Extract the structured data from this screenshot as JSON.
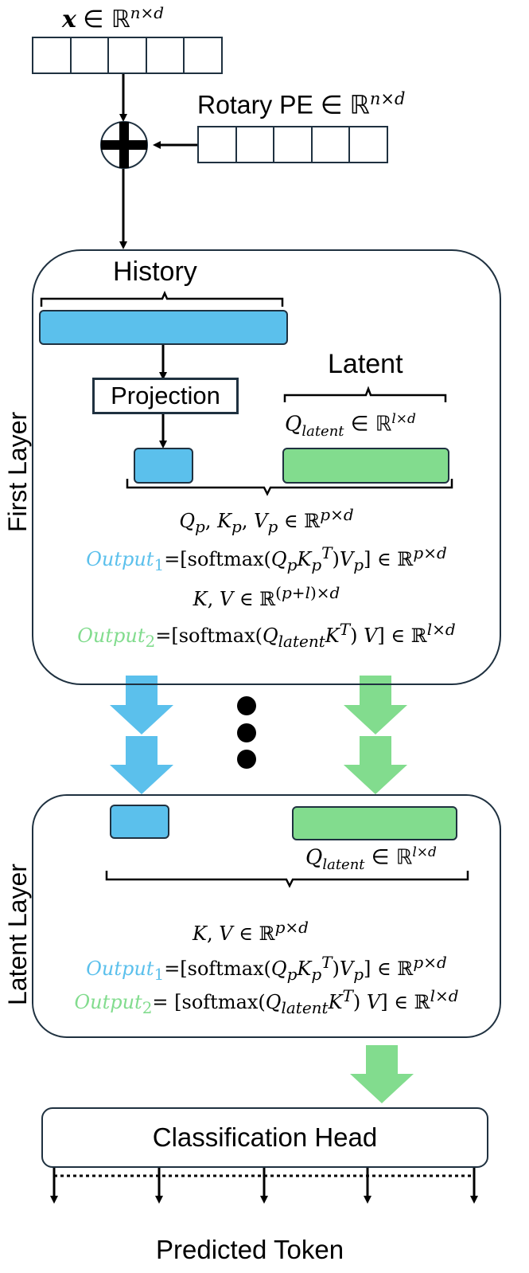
{
  "input": {
    "label_var": "x",
    "label_rest": "∈ ℝ",
    "label_sup": "n×d"
  },
  "rotary": {
    "label": "Rotary PE ∈ ℝ",
    "label_sup": "n×d"
  },
  "first_layer": {
    "side_label": "First Layer",
    "history_label": "History",
    "projection_label": "Projection",
    "latent_label": "Latent",
    "q_latent_label": "Q",
    "q_latent_sub": "latent",
    "q_latent_rest": " ∈ ℝ",
    "q_latent_sup": "l×d",
    "eq1": "Q_p, K_p, V_p ∈ ℝ^{p×d}",
    "out1_name": "Output",
    "out1_idx": "1",
    "out1_rest": "=[softmax(",
    "eq3": "K, V ∈ ℝ^{(p+l)×d}",
    "out2_name": "Output",
    "out2_idx": "2",
    "out2_rest": "=[softmax("
  },
  "latent_layer": {
    "side_label": "Latent Layer",
    "q_latent_label": "Q",
    "q_latent_sub": "latent",
    "q_latent_rest": " ∈ ℝ",
    "q_latent_sup": "l×d",
    "eq1": "K, V ∈ ℝ^{p×d}",
    "out1_name": "Output",
    "out1_idx": "1",
    "out1_rest": "=[softmax(",
    "out2_name": "Output",
    "out2_idx": "2",
    "out2_rest": "= [softmax("
  },
  "head": {
    "label": "Classification Head",
    "output_label": "Predicted Token"
  },
  "colors": {
    "blue": "#5bc0ec",
    "green": "#82dc8e",
    "stroke": "#1f3140"
  }
}
